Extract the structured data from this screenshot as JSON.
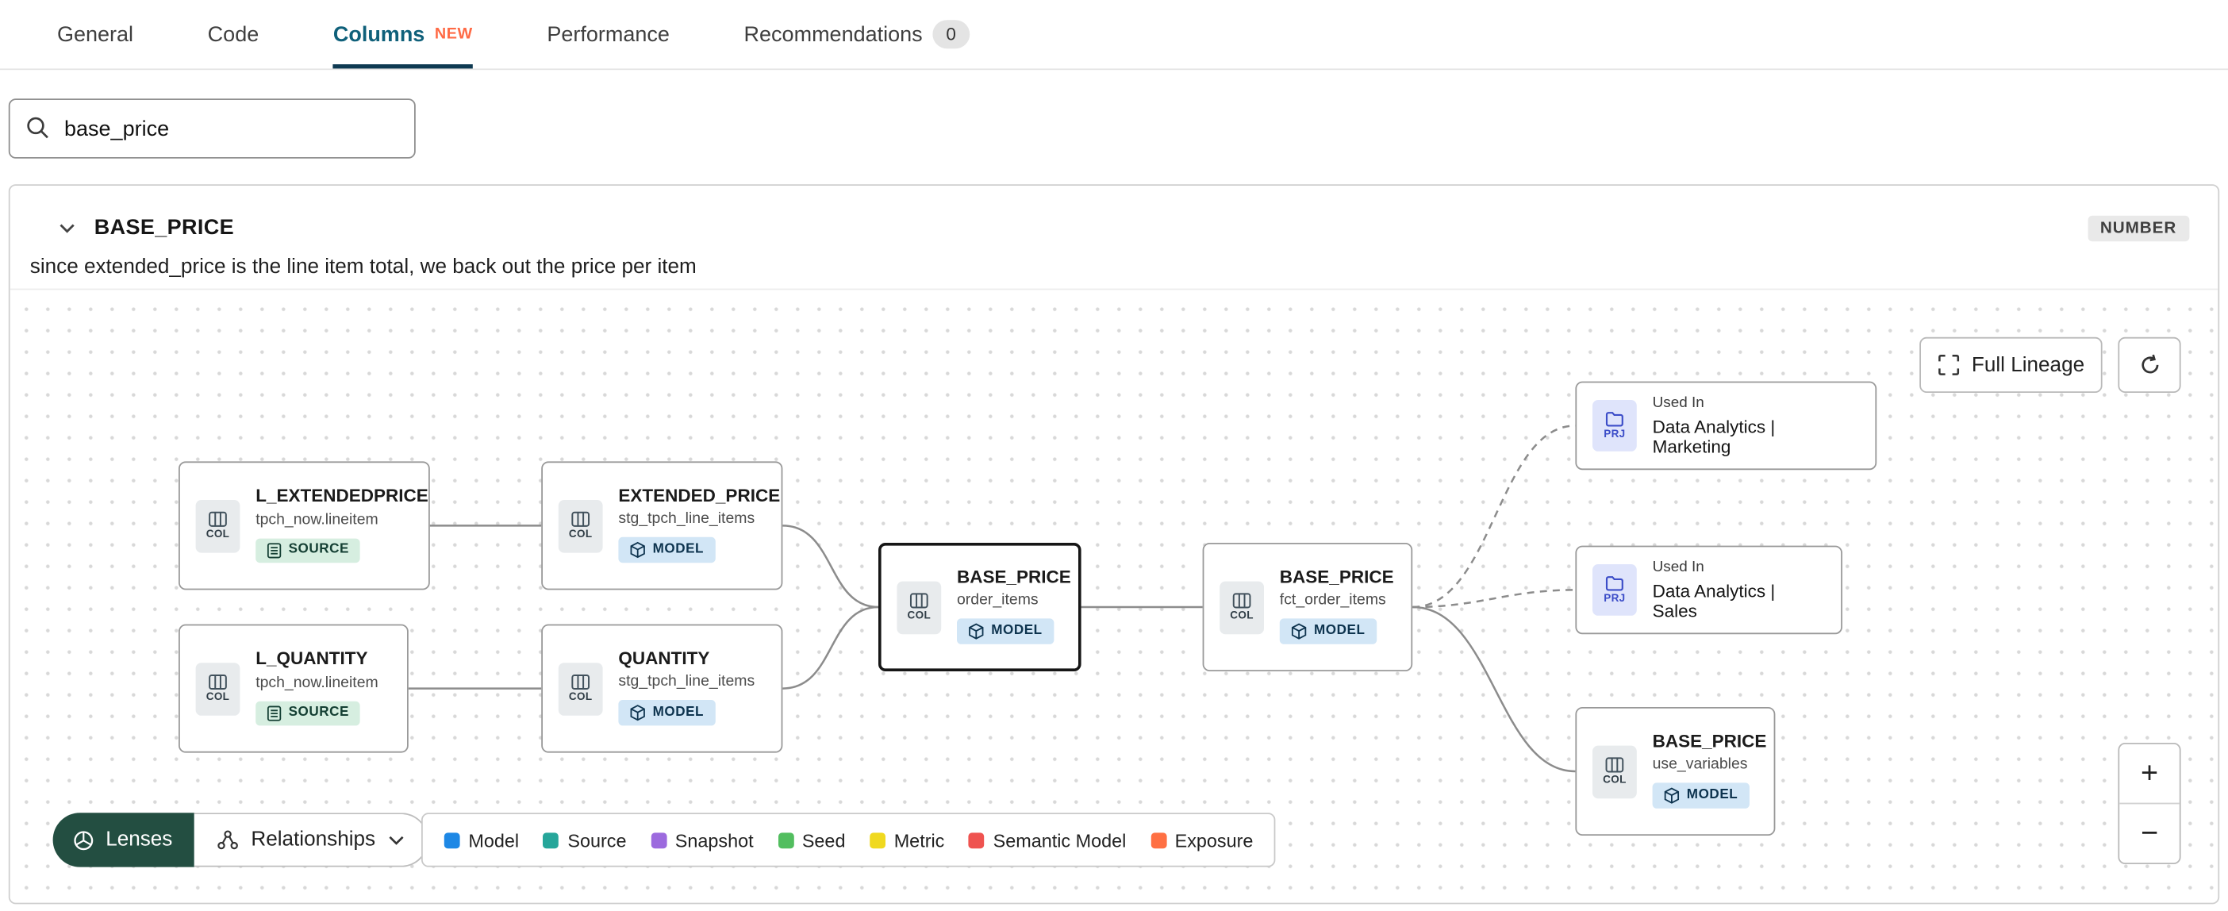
{
  "tabs": {
    "items": [
      {
        "label": "General"
      },
      {
        "label": "Code"
      },
      {
        "label": "Columns",
        "badge": "NEW",
        "active": true
      },
      {
        "label": "Performance"
      },
      {
        "label": "Recommendations",
        "count": "0"
      }
    ]
  },
  "search": {
    "value": "base_price"
  },
  "column_panel": {
    "name": "BASE_PRICE",
    "type": "NUMBER",
    "description": "since extended_price is the line item total, we back out the price per item"
  },
  "lineage": {
    "controls": {
      "full_lineage": "Full Lineage",
      "lenses": "Lenses",
      "relationships": "Relationships",
      "zoom_in": "+",
      "zoom_out": "−"
    },
    "nodes": [
      {
        "type": "column",
        "icon": "COL",
        "title": "L_EXTENDEDPRICE",
        "subtitle": "tpch_now.lineitem",
        "badge": "SOURCE"
      },
      {
        "type": "column",
        "icon": "COL",
        "title": "EXTENDED_PRICE",
        "subtitle": "stg_tpch_line_items",
        "badge": "MODEL"
      },
      {
        "type": "column",
        "icon": "COL",
        "title": "L_QUANTITY",
        "subtitle": "tpch_now.lineitem",
        "badge": "SOURCE"
      },
      {
        "type": "column",
        "icon": "COL",
        "title": "QUANTITY",
        "subtitle": "stg_tpch_line_items",
        "badge": "MODEL"
      },
      {
        "type": "column",
        "icon": "COL",
        "title": "BASE_PRICE",
        "subtitle": "order_items",
        "badge": "MODEL",
        "selected": true
      },
      {
        "type": "column",
        "icon": "COL",
        "title": "BASE_PRICE",
        "subtitle": "fct_order_items",
        "badge": "MODEL"
      },
      {
        "type": "project",
        "icon": "PRJ",
        "used_in": "Used In",
        "title": "Data Analytics | Marketing"
      },
      {
        "type": "project",
        "icon": "PRJ",
        "used_in": "Used In",
        "title": "Data Analytics | Sales"
      },
      {
        "type": "column",
        "icon": "COL",
        "title": "BASE_PRICE",
        "subtitle": "use_variables",
        "badge": "MODEL"
      }
    ],
    "legend": [
      {
        "label": "Model",
        "color": "#1E88E5"
      },
      {
        "label": "Source",
        "color": "#26A69A"
      },
      {
        "label": "Snapshot",
        "color": "#9C6ADE"
      },
      {
        "label": "Seed",
        "color": "#52BE5F"
      },
      {
        "label": "Metric",
        "color": "#F0D91F"
      },
      {
        "label": "Semantic Model",
        "color": "#EF5350"
      },
      {
        "label": "Exposure",
        "color": "#FF7043"
      }
    ]
  }
}
